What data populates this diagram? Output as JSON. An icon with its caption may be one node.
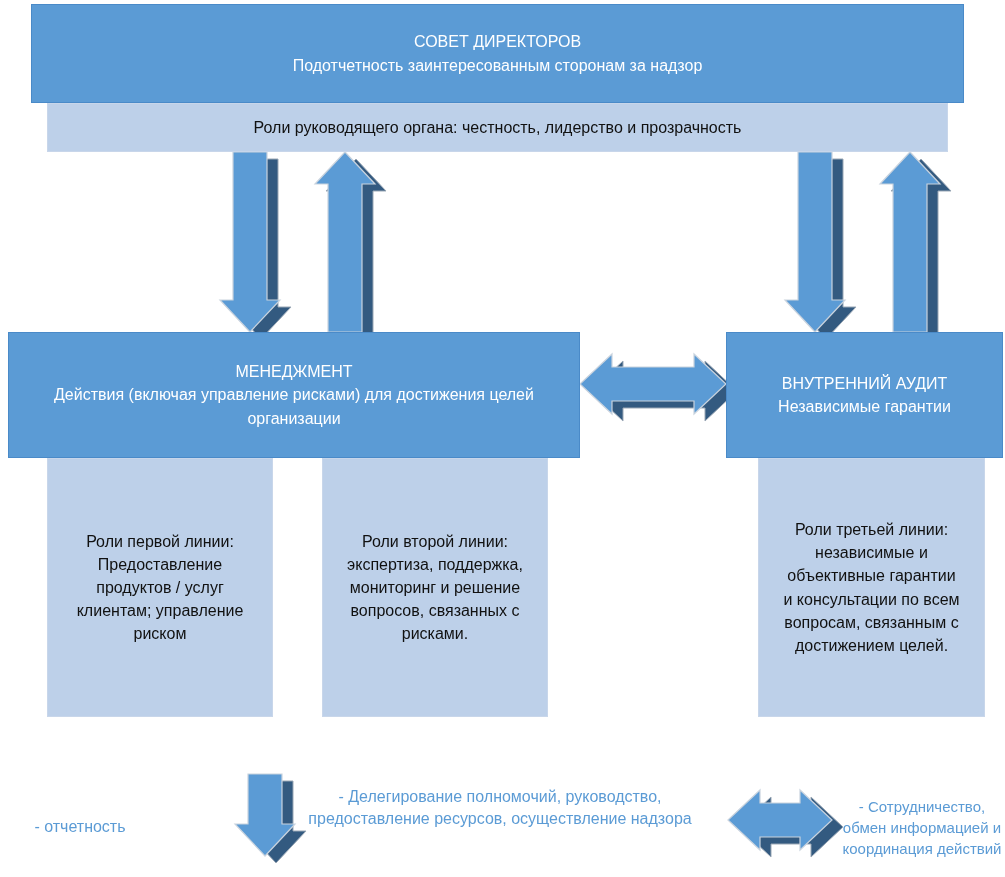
{
  "diagram": {
    "nodes": [
      {
        "text": [
          "СОВЕТ ДИРЕКТОРОВ",
          "Подотчетность заинтересованным сторонам за надзор"
        ]
      },
      {
        "text": [
          "Роли руководящего органа: честность, лидерство и прозрачность"
        ]
      },
      {
        "text": [
          "МЕНЕДЖМЕНТ",
          "Действия (включая управление рисками) для достижения целей организации"
        ]
      },
      {
        "text": [
          "ВНУТРЕННИЙ АУДИТ",
          "Независимые гарантии"
        ]
      },
      {
        "text": [
          "Роли первой линии: Предоставление продуктов / услуг клиентам; управление риском"
        ]
      },
      {
        "text": [
          "Роли второй линии: экспертиза, поддержка, мониторинг и решение вопросов, связанных с рисками."
        ]
      },
      {
        "text": [
          "Роли третьей линии: независимые и объективные гарантии и консультации по всем вопросам, связанным с достижением целей."
        ]
      }
    ],
    "edges": [
      {
        "from": 1,
        "to": 2,
        "arrow": "to"
      },
      {
        "from": 2,
        "to": 1,
        "arrow": "to"
      },
      {
        "from": 1,
        "to": 3,
        "arrow": "to"
      },
      {
        "from": 3,
        "to": 1,
        "arrow": "to"
      },
      {
        "from": 2,
        "to": 3,
        "arrow": "both"
      }
    ],
    "legend": [
      {
        "text": "- отчетность"
      },
      {
        "text": "- Делегирование полномочий, руководство, предоставление ресурсов, осуществление надзора"
      },
      {
        "text": "- Сотрудничество, обмен информацией и координация действий"
      }
    ]
  }
}
